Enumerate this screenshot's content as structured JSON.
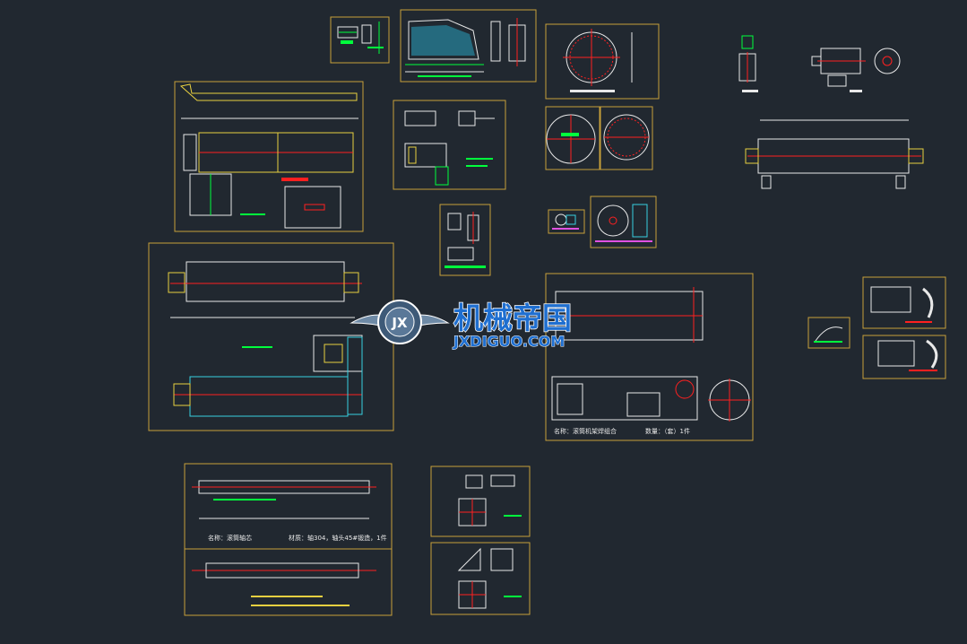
{
  "canvas": {
    "background": "#212830",
    "frame_color": "#c8a03a",
    "line_white": "#e8e8e8",
    "line_green": "#00ff3c",
    "line_red": "#ff2020",
    "line_cyan": "#38d0e0",
    "line_magenta": "#e050e0",
    "line_yellow": "#e8d040"
  },
  "watermark": {
    "title": "机械帝国",
    "url": "JXDIGUO.COM",
    "badge": "JX",
    "icon": "gear-wings-logo-icon",
    "title_color": "#1f6fd0",
    "outline_color": "#ffffff"
  },
  "labels": {
    "nameplate_shaft": "名称：滚筒轴芯",
    "material_shaft": "材质：轴304，轴头45#锻造，1件",
    "nameplate_drum": "名称：滚筒机架焊组合",
    "quantity_drum": "数量：（套）1件"
  }
}
